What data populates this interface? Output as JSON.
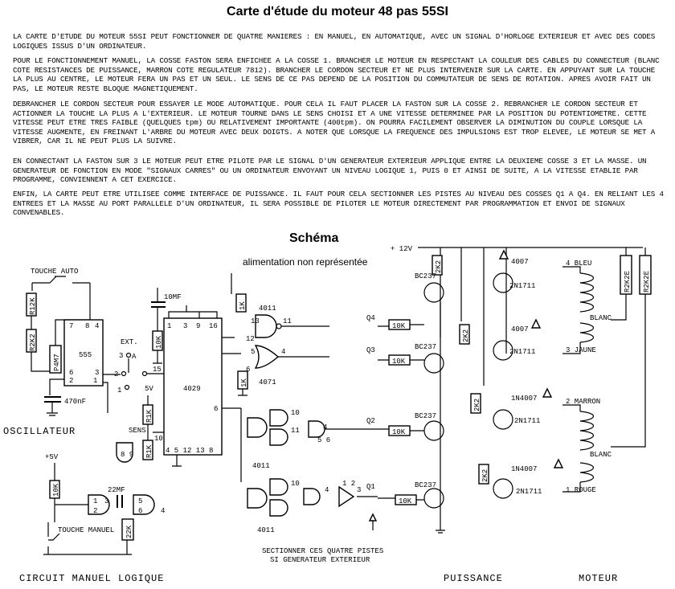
{
  "title": "Carte d'étude du moteur 48 pas  55SI",
  "paragraphs": [
    "LA CARTE D'ETUDE DU MOTEUR 55SI PEUT FONCTIONNER DE QUATRE MANIERES : EN MANUEL, EN AUTOMATIQUE, AVEC UN SIGNAL D'HORLOGE EXTERIEUR ET AVEC DES CODES LOGIQUES ISSUS D'UN ORDINATEUR.",
    "POUR LE FONCTIONNEMENT MANUEL, LA COSSE FASTON SERA ENFICHEE A LA COSSE 1. BRANCHER LE MOTEUR EN RESPECTANT LA COULEUR DES CABLES DU CONNECTEUR (BLANC COTE RESISTANCES DE PUISSANCE, MARRON COTE REGULATEUR 7812). BRANCHER LE CORDON SECTEUR ET NE PLUS INTERVENIR SUR LA CARTE. EN APPUYANT SUR LA TOUCHE LA PLUS AU CENTRE, LE MOTEUR FERA UN PAS ET UN SEUL. LE SENS DE CE PAS DEPEND DE LA POSITION DU COMMUTATEUR DE SENS DE ROTATION. APRES AVOIR FAIT UN PAS, LE MOTEUR RESTE BLOQUE MAGNETIQUEMENT.",
    "DEBRANCHER LE CORDON SECTEUR POUR ESSAYER LE MODE AUTOMATIQUE. POUR CELA IL FAUT PLACER LA FASTON SUR LA COSSE 2. REBRANCHER LE CORDON SECTEUR ET ACTIONNER LA TOUCHE LA PLUS A L'EXTERIEUR. LE MOTEUR TOURNE DANS LE SENS CHOISI ET A UNE VITESSE DETERMINEE PAR LA POSITION DU POTENTIOMETRE. CETTE VITESSE PEUT ETRE TRES FAIBLE (QUELQUES tpm) OU RELATIVEMENT IMPORTANTE (400tpm). ON POURRA FACILEMENT OBSERVER LA DIMINUTION DU COUPLE LORSQUE LA VITESSE AUGMENTE, EN FREINANT L'ARBRE DU MOTEUR AVEC DEUX DOIGTS. A NOTER QUE LORSQUE LA FREQUENCE DES IMPULSIONS EST TROP ELEVEE, LE MOTEUR SE MET A VIBRER, CAR IL NE PEUT PLUS LA SUIVRE.",
    "EN CONNECTANT LA FASTON SUR 3 LE MOTEUR PEUT ETRE PILOTE PAR LE SIGNAL D'UN GENERATEUR EXTERIEUR APPLIQUE ENTRE LA DEUXIEME COSSE 3 ET LA MASSE. UN GENERATEUR DE FONCTION EN MODE \"SIGNAUX CARRES\" OU UN ORDINATEUR ENVOYANT UN NIVEAU LOGIQUE 1, PUIS 0 ET AINSI DE SUITE, A LA VITESSE ETABLIE PAR PROGRAMME, CONVIENNENT A CET EXERCICE.",
    "ENFIN, LA CARTE PEUT ETRE UTILISEE COMME INTERFACE DE PUISSANCE. IL FAUT POUR CELA SECTIONNER LES PISTES AU NIVEAU DES COSSES Q1 A Q4. EN RELIANT LES 4 ENTREES ET LA MASSE AU PORT PARALLELE D'UN ORDINATEUR, IL SERA POSSIBLE DE PILOTER LE MOTEUR DIRECTEMENT PAR PROGRAMMATION ET ENVOI DE SIGNAUX CONVENABLES."
  ],
  "schema_title": "Schéma",
  "note": "alimentation non représentée",
  "labels": {
    "touche_auto": "TOUCHE AUTO",
    "r12k": "R12K",
    "r2k2": "R2K2",
    "p4m7": "P4M7",
    "ic555": "555",
    "c470nf": "470nF",
    "oscillateur": "OSCILLATEUR",
    "c10mf": "10MF",
    "r10k_a": "10K",
    "ext": "EXT.",
    "pin3": "3",
    "pin2": "2",
    "pin1": "1",
    "pin5v": "5V",
    "r1k": "R1K",
    "sens": "SENS",
    "ic4029": "4029",
    "r1k_b": "1K",
    "r1k_c": "1K",
    "ic4011_a": "4011",
    "ic4071": "4071",
    "ic4011_b": "4011",
    "ic4011_c": "4011",
    "plus5v": "+5V",
    "r10k_b": "10K",
    "c22mf": "22MF",
    "touche_manuel": "TOUCHE MANUEL",
    "r22k": "22K",
    "q4": "Q4",
    "q3": "Q3",
    "q2": "Q2",
    "q1": "Q1",
    "r10k_q": "10K",
    "bc237": "BC237",
    "plus12v": "+ 12V",
    "r2k2_p": "2K2",
    "d4007": "4007",
    "d1n4007": "1N4007",
    "t2n1711": "2N1711",
    "bleu": "4 BLEU",
    "jaune": "3 JAUNE",
    "marron": "2 MARRON",
    "rouge": "1 ROUGE",
    "blanc": "BLANC",
    "r2k2e": "R2K2E",
    "sectionner_1": "SECTIONNER CES QUATRE PISTES",
    "sectionner_2": "SI GENERATEUR EXTERIEUR",
    "circuit": "CIRCUIT  MANUEL    LOGIQUE",
    "puissance": "PUISSANCE",
    "moteur": "MOTEUR"
  }
}
